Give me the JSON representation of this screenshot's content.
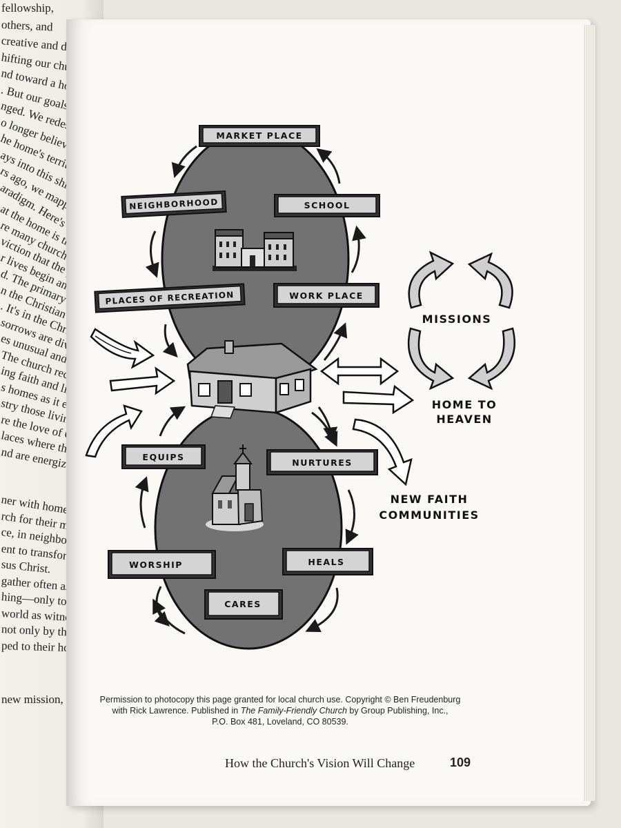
{
  "left_page": {
    "lines_a": [
      "fellowship,",
      "others, and",
      "creative and dynamic",
      "hifting our church's vision",
      "nd toward a home-centered",
      ". But our goals for accom",
      "nged. We redesigned",
      "o longer believe the church",
      "he home's territory. And",
      "ays into this shift.",
      "rs ago, we mapped out a",
      "aradigm. Here's the part"
    ],
    "lines_b": [
      "at the home is the primary",
      "re many church agencies",
      "viction that the primary",
      "r lives begin and end at",
      "d. The primary place we",
      "n the Christian home. It's",
      ". It's in the Christian home",
      "sorrows are divided. It's",
      "es unusual and dramatic",
      "The church recognizes",
      "ing faith and life.",
      "s homes as it equips them",
      "stry those living there",
      "re the love of Christ",
      "laces where the people",
      "nd are energized to be"
    ],
    "lines_c": [
      "ner with homes, provid",
      "rch for their ministry",
      "ce, in neighborhoods,",
      "ent to transform comm",
      "sus Christ.",
      "gather often as a comp",
      "hing—only to return to",
      "world as witnesses for",
      "not only by those comp",
      "ped to their homes, com"
    ],
    "lines_d": [
      "new mission, we create"
    ]
  },
  "diagram": {
    "upper_boxes": {
      "market_place": "MARKET PLACE",
      "neighborhood": "NEIGHBORHOOD",
      "school": "SCHOOL",
      "places_of_recreation": "PLACES OF RECREATION",
      "work_place": "WORK PLACE"
    },
    "lower_boxes": {
      "equips": "EQUIPS",
      "nurtures": "NURTURES",
      "worship": "WORSHIP",
      "heals": "HEALS",
      "cares": "CARES"
    },
    "right_labels": {
      "missions": "MISSIONS",
      "home_to_heaven_1": "HOME TO",
      "home_to_heaven_2": "HEAVEN",
      "new_faith_1": "NEW FAITH",
      "new_faith_2": "COMMUNITIES"
    }
  },
  "permission": {
    "line1": "Permission to photocopy this page granted for local church use. Copyright © Ben Freudenburg",
    "line2_prefix": "with Rick Lawrence. Published in ",
    "line2_title": "The Family-Friendly Church",
    "line2_suffix": " by Group Publishing, Inc.,",
    "line3": "P.O. Box 481, Loveland, CO 80539."
  },
  "footer": {
    "running_title": "How the Church's Vision Will Change",
    "page_number": "109"
  }
}
